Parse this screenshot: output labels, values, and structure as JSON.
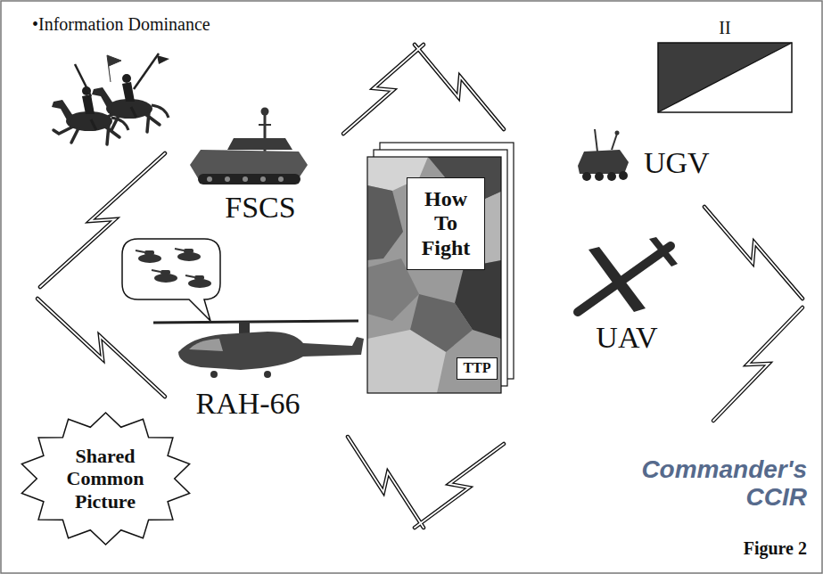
{
  "diagram": {
    "caption": "Figure 2",
    "nodes": [
      {
        "text": [
          "How To Fight"
        ]
      },
      {
        "text": [
          "TTP"
        ]
      },
      {
        "text": [
          "Shared Common Picture"
        ]
      }
    ],
    "labels": [
      "•Information Dominance",
      "II",
      "FSCS",
      "UGV",
      "UAV",
      "RAH-66",
      "Commander's CCIR"
    ]
  }
}
